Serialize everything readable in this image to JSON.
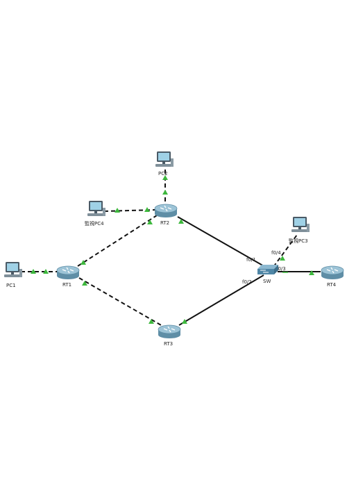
{
  "colors": {
    "link": "#111111",
    "indicator_up": "#3db83d",
    "indicator_amber": "#3db83d",
    "router_body": "#5f8ea6",
    "router_top": "#9cc3d6",
    "switch_body": "#4f86a6",
    "pc_screen": "#9fd1e6",
    "pc_frame": "#4a5a66"
  },
  "devices": [
    {
      "id": "pc1",
      "kind": "pc",
      "label": "PC1"
    },
    {
      "id": "pc2",
      "kind": "pc",
      "label": "PC2"
    },
    {
      "id": "pc3",
      "kind": "pc",
      "label": "監視PC3"
    },
    {
      "id": "pc4",
      "kind": "pc",
      "label": "監視PC4"
    },
    {
      "id": "rt1",
      "kind": "router",
      "label": "RT1"
    },
    {
      "id": "rt2",
      "kind": "router",
      "label": "RT2"
    },
    {
      "id": "rt3",
      "kind": "router",
      "label": "RT3"
    },
    {
      "id": "rt4",
      "kind": "router",
      "label": "RT4"
    },
    {
      "id": "sw",
      "kind": "switch",
      "label": "SW"
    }
  ],
  "links": [
    {
      "id": "pc1-rt1",
      "from": "pc1",
      "to": "rt1",
      "style": "dashed"
    },
    {
      "id": "pc4-rt2",
      "from": "pc4",
      "to": "rt2",
      "style": "dashed"
    },
    {
      "id": "pc2-rt2",
      "from": "pc2",
      "to": "rt2",
      "style": "dashed"
    },
    {
      "id": "rt1-rt2",
      "from": "rt1",
      "to": "rt2",
      "style": "dashed"
    },
    {
      "id": "rt1-rt3",
      "from": "rt1",
      "to": "rt3",
      "style": "dashed"
    },
    {
      "id": "rt2-sw",
      "from": "rt2",
      "to": "sw",
      "style": "solid"
    },
    {
      "id": "rt3-sw",
      "from": "rt3",
      "to": "sw",
      "style": "solid"
    },
    {
      "id": "sw-pc3",
      "from": "sw",
      "to": "pc3",
      "style": "dashed"
    },
    {
      "id": "sw-rt4",
      "from": "sw",
      "to": "rt4",
      "style": "solid"
    }
  ],
  "port_labels": {
    "fa01": "f0/1",
    "fa02": "f0/2",
    "fa03": "f0/3",
    "fa04": "f0/4"
  }
}
